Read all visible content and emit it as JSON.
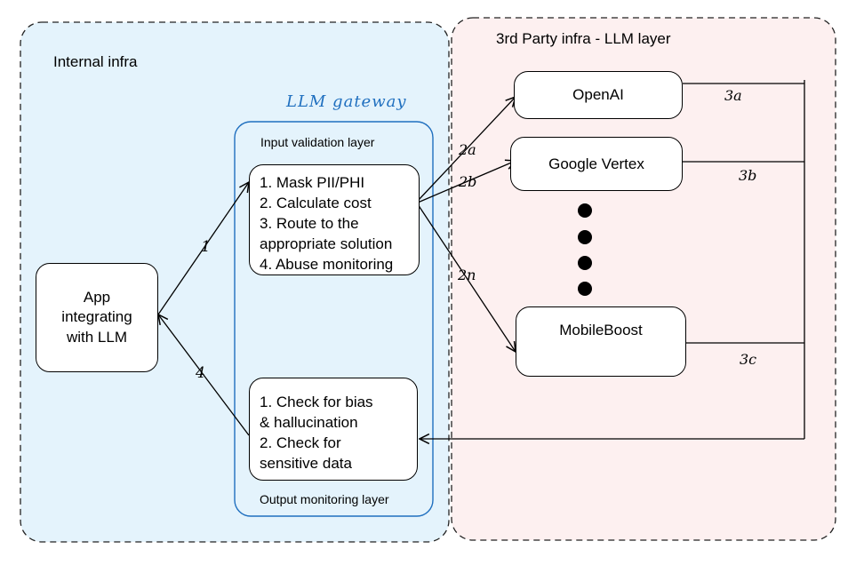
{
  "internal": {
    "title": "Internal infra"
  },
  "third_party": {
    "title": "3rd Party infra - LLM layer"
  },
  "gateway": {
    "title": "LLM gateway",
    "input_layer": {
      "title": "Input validation layer",
      "steps": [
        "1. Mask PII/PHI",
        "2. Calculate cost",
        "3. Route to the",
        "appropriate solution",
        "4. Abuse monitoring"
      ]
    },
    "output_layer": {
      "title": "Output monitoring layer",
      "steps": [
        "1. Check for bias",
        "& hallucination",
        "2. Check for",
        "sensitive data"
      ]
    }
  },
  "app": {
    "label_lines": [
      "App",
      "integrating",
      "with LLM"
    ]
  },
  "providers": [
    "OpenAI",
    "Google Vertex",
    "MobileBoost"
  ],
  "edge_labels": {
    "step1": "1",
    "step2a": "2a",
    "step2b": "2b",
    "step2n": "2n",
    "step3a": "3a",
    "step3b": "3b",
    "step3c": "3c",
    "step4": "4"
  },
  "colors": {
    "internal_fill": "#e4f3fc",
    "third_party_fill": "#fdf0f0",
    "gateway_border": "#1f6fbf",
    "gateway_title": "#1f6fbf",
    "stroke": "#000000"
  }
}
